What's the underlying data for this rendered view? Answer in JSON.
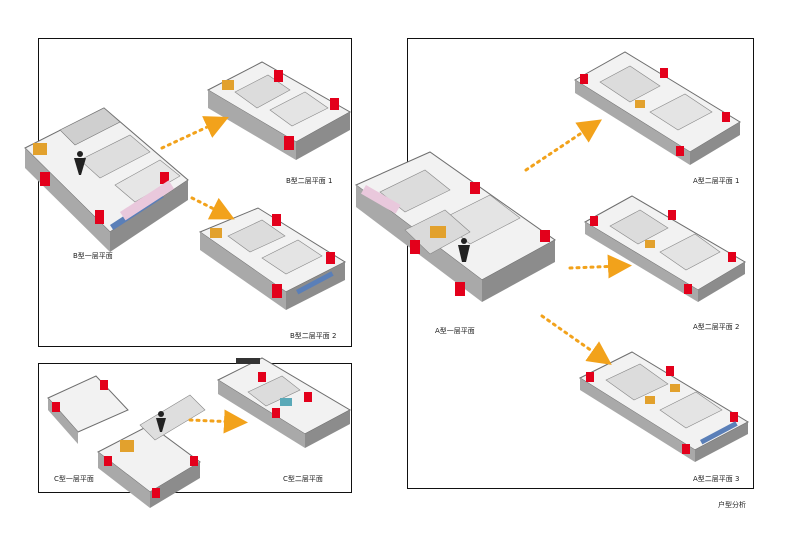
{
  "labels": {
    "b_floor1": "B型一层平面",
    "b_floor2_1": "B型二层平面 1",
    "b_floor2_2": "B型二层平面 2",
    "c_floor1": "C型一层平面",
    "c_floor2": "C型二层平面",
    "a_floor1": "A型一层平面",
    "a_floor2_1": "A型二层平面 1",
    "a_floor2_2": "A型二层平面 2",
    "a_floor2_3": "A型二层平面 3",
    "caption": "户型分析"
  },
  "colors": {
    "frame": "#111111",
    "wall": "#a9a9a9",
    "wall_dark": "#6e6e6e",
    "floor": "#f2f2f2",
    "accent_red": "#e3001b",
    "arrow_orange": "#f2a21b",
    "glass_blue": "#5a7fb8",
    "pink": "#e9c8dc"
  }
}
